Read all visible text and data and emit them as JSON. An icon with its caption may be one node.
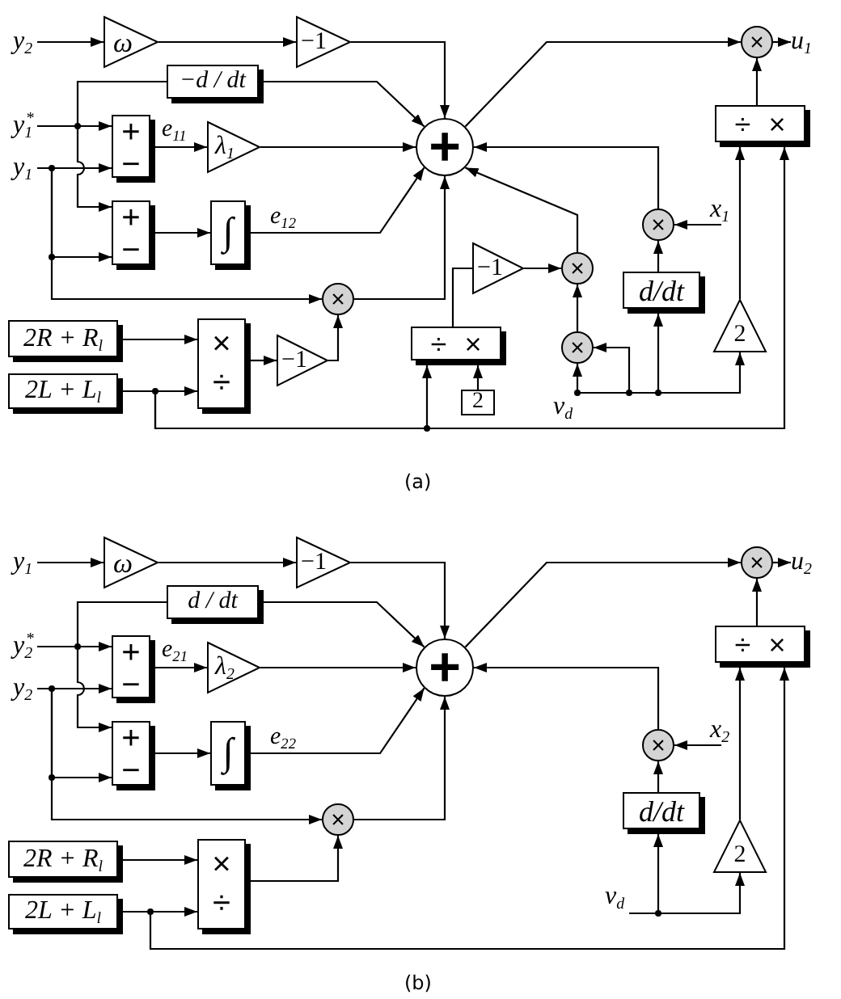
{
  "diagram": {
    "nodes": [
      {
        "text": [
          "y$_{2}$"
        ]
      },
      {
        "text": [
          "ω"
        ]
      },
      {
        "text": [
          "−1"
        ]
      },
      {
        "text": [
          "−d / dt"
        ]
      },
      {
        "text": [
          "y$_{1}$$^{*}$"
        ]
      },
      {
        "text": [
          "y$_{1}$"
        ]
      },
      {
        "text": [
          "+",
          "−"
        ]
      },
      {
        "text": [
          "λ$_{1}$"
        ]
      },
      {
        "text": [
          "+",
          "−"
        ]
      },
      {
        "text": [
          "∫"
        ]
      },
      {
        "text": [
          "+"
        ]
      },
      {
        "text": [
          "×"
        ]
      },
      {
        "text": [
          "2R + R$_{l}$"
        ]
      },
      {
        "text": [
          "2L + L$_{l}$"
        ]
      },
      {
        "text": [
          "×",
          "÷"
        ]
      },
      {
        "text": [
          "−1"
        ]
      },
      {
        "text": [
          "×"
        ]
      },
      {
        "text": [
          "u$_{1}$"
        ]
      },
      {
        "text": [
          "÷",
          "×"
        ]
      },
      {
        "text": [
          "x$_{1}$"
        ]
      },
      {
        "text": [
          "×"
        ]
      },
      {
        "text": [
          "−1"
        ]
      },
      {
        "text": [
          "×"
        ]
      },
      {
        "text": [
          "d/dt"
        ]
      },
      {
        "text": [
          "÷",
          "×"
        ]
      },
      {
        "text": [
          "×"
        ]
      },
      {
        "text": [
          "2"
        ]
      },
      {
        "text": [
          "2"
        ]
      },
      {
        "text": [
          "v$_{d}$"
        ]
      },
      {
        "text": [
          "y$_{1}$"
        ]
      },
      {
        "text": [
          "ω"
        ]
      },
      {
        "text": [
          "−1"
        ]
      },
      {
        "text": [
          "d / dt"
        ]
      },
      {
        "text": [
          "y$_{2}$$^{*}$"
        ]
      },
      {
        "text": [
          "y$_{2}$"
        ]
      },
      {
        "text": [
          "+",
          "−"
        ]
      },
      {
        "text": [
          "λ$_{2}$"
        ]
      },
      {
        "text": [
          "+",
          "−"
        ]
      },
      {
        "text": [
          "∫"
        ]
      },
      {
        "text": [
          "+"
        ]
      },
      {
        "text": [
          "×"
        ]
      },
      {
        "text": [
          "2R + R$_{l}$"
        ]
      },
      {
        "text": [
          "2L + L$_{l}$"
        ]
      },
      {
        "text": [
          "×",
          "÷"
        ]
      },
      {
        "text": [
          "×"
        ]
      },
      {
        "text": [
          "u$_{2}$"
        ]
      },
      {
        "text": [
          "÷",
          "×"
        ]
      },
      {
        "text": [
          "x$_{2}$"
        ]
      },
      {
        "text": [
          "×"
        ]
      },
      {
        "text": [
          "d/dt"
        ]
      },
      {
        "text": [
          "2"
        ]
      },
      {
        "text": [
          "v$_{d}$"
        ]
      }
    ],
    "edges": [
      {
        "from": 0,
        "to": 1,
        "arrow": "to"
      },
      {
        "from": 1,
        "to": 2,
        "arrow": "to"
      },
      {
        "from": 2,
        "to": 10,
        "arrow": "to"
      },
      {
        "from": 4,
        "to": 6,
        "arrow": "to"
      },
      {
        "from": 4,
        "to": 3,
        "arrow": "none"
      },
      {
        "from": 4,
        "to": 8,
        "arrow": "to"
      },
      {
        "from": 5,
        "to": 6,
        "arrow": "to"
      },
      {
        "from": 5,
        "to": 8,
        "arrow": "to"
      },
      {
        "from": 5,
        "to": 11,
        "arrow": "to"
      },
      {
        "from": 3,
        "to": 10,
        "arrow": "to"
      },
      {
        "from": 6,
        "to": 7,
        "arrow": "to",
        "label": "e$_{11}$"
      },
      {
        "from": 7,
        "to": 10,
        "arrow": "to"
      },
      {
        "from": 8,
        "to": 9,
        "arrow": "to"
      },
      {
        "from": 9,
        "to": 10,
        "arrow": "to",
        "label": "e$_{12}$"
      },
      {
        "from": 11,
        "to": 10,
        "arrow": "to"
      },
      {
        "from": 12,
        "to": 14,
        "arrow": "to"
      },
      {
        "from": 13,
        "to": 14,
        "arrow": "to"
      },
      {
        "from": 14,
        "to": 15,
        "arrow": "to"
      },
      {
        "from": 15,
        "to": 11,
        "arrow": "to"
      },
      {
        "from": 10,
        "to": 16,
        "arrow": "to"
      },
      {
        "from": 16,
        "to": 17,
        "arrow": "to"
      },
      {
        "from": 18,
        "to": 16,
        "arrow": "to"
      },
      {
        "from": 13,
        "to": 24,
        "arrow": "to"
      },
      {
        "from": 13,
        "to": 18,
        "arrow": "to"
      },
      {
        "from": 26,
        "to": 18,
        "arrow": "to"
      },
      {
        "from": 19,
        "to": 20,
        "arrow": "to"
      },
      {
        "from": 23,
        "to": 20,
        "arrow": "to"
      },
      {
        "from": 20,
        "to": 10,
        "arrow": "to"
      },
      {
        "from": 22,
        "to": 10,
        "arrow": "to"
      },
      {
        "from": 21,
        "to": 22,
        "arrow": "to"
      },
      {
        "from": 24,
        "to": 21,
        "arrow": "none"
      },
      {
        "from": 27,
        "to": 24,
        "arrow": "to"
      },
      {
        "from": 25,
        "to": 22,
        "arrow": "to"
      },
      {
        "from": 28,
        "to": 25,
        "arrow": "to"
      },
      {
        "from": 28,
        "to": 25,
        "arrow": "to"
      },
      {
        "from": 28,
        "to": 23,
        "arrow": "to"
      },
      {
        "from": 28,
        "to": 26,
        "arrow": "to"
      },
      {
        "from": 29,
        "to": 30,
        "arrow": "to"
      },
      {
        "from": 30,
        "to": 31,
        "arrow": "to"
      },
      {
        "from": 31,
        "to": 39,
        "arrow": "to"
      },
      {
        "from": 33,
        "to": 35,
        "arrow": "to"
      },
      {
        "from": 33,
        "to": 32,
        "arrow": "none"
      },
      {
        "from": 33,
        "to": 37,
        "arrow": "to"
      },
      {
        "from": 34,
        "to": 35,
        "arrow": "to"
      },
      {
        "from": 34,
        "to": 37,
        "arrow": "to"
      },
      {
        "from": 34,
        "to": 40,
        "arrow": "to"
      },
      {
        "from": 32,
        "to": 39,
        "arrow": "to"
      },
      {
        "from": 35,
        "to": 36,
        "arrow": "to",
        "label": "e$_{21}$"
      },
      {
        "from": 36,
        "to": 39,
        "arrow": "to"
      },
      {
        "from": 37,
        "to": 38,
        "arrow": "to"
      },
      {
        "from": 38,
        "to": 39,
        "arrow": "to",
        "label": "e$_{22}$"
      },
      {
        "from": 40,
        "to": 39,
        "arrow": "to"
      },
      {
        "from": 41,
        "to": 43,
        "arrow": "to"
      },
      {
        "from": 42,
        "to": 43,
        "arrow": "to"
      },
      {
        "from": 43,
        "to": 40,
        "arrow": "to"
      },
      {
        "from": 39,
        "to": 44,
        "arrow": "to"
      },
      {
        "from": 44,
        "to": 45,
        "arrow": "to"
      },
      {
        "from": 46,
        "to": 44,
        "arrow": "to"
      },
      {
        "from": 42,
        "to": 46,
        "arrow": "to"
      },
      {
        "from": 50,
        "to": 46,
        "arrow": "to"
      },
      {
        "from": 47,
        "to": 48,
        "arrow": "to"
      },
      {
        "from": 49,
        "to": 48,
        "arrow": "to"
      },
      {
        "from": 48,
        "to": 39,
        "arrow": "to"
      },
      {
        "from": 51,
        "to": 49,
        "arrow": "to"
      },
      {
        "from": 51,
        "to": 50,
        "arrow": "to"
      }
    ],
    "labels": [
      "(a)",
      "(b)"
    ]
  }
}
